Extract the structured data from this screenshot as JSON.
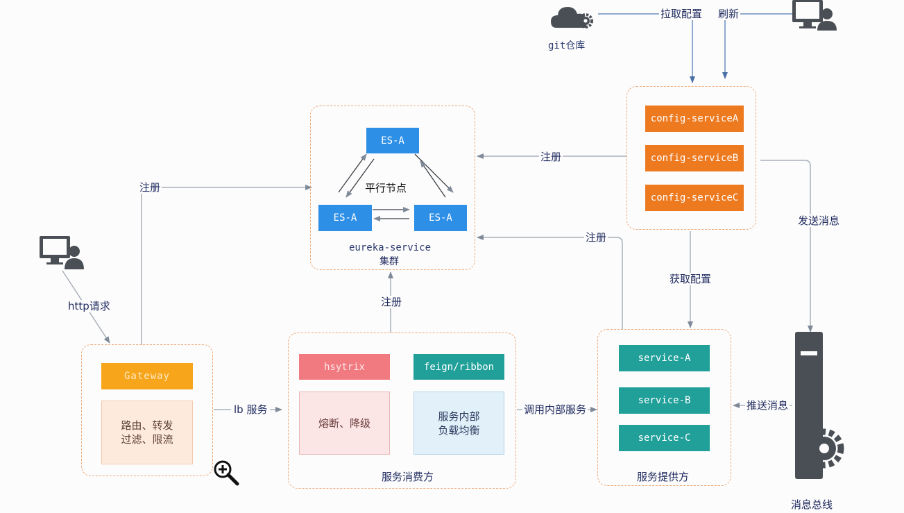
{
  "git": {
    "label": "git仓库"
  },
  "edges": {
    "pull_config": "拉取配置",
    "refresh": "刷新",
    "register_gateway": "注册",
    "register_config": "注册",
    "register_provider": "注册",
    "register_consumer": "注册",
    "fetch_config": "获取配置",
    "send_message": "发送消息",
    "push_message": "推送消息",
    "http_request": "http请求",
    "lb_service": "lb 服务",
    "call_internal": "调用内部服务"
  },
  "eureka": {
    "nodes": [
      "ES-A",
      "ES-A",
      "ES-A"
    ],
    "peer_label": "平行节点",
    "service_name": "eureka-service",
    "cluster_label": "集群"
  },
  "config": {
    "services": [
      "config-serviceA",
      "config-serviceB",
      "config-serviceC"
    ]
  },
  "gateway": {
    "name": "Gateway",
    "functions": "路由、转发\n过滤、限流"
  },
  "consumer": {
    "hystrix": "hsytrix",
    "hystrix_desc": "熔断、降级",
    "feign": "feign/ribbon",
    "feign_desc": "服务内部\n负载均衡",
    "caption": "服务消费方"
  },
  "provider": {
    "services": [
      "service-A",
      "service-B",
      "service-C"
    ],
    "caption": "服务提供方"
  },
  "bus": {
    "caption": "消息总线"
  },
  "colors": {
    "eureka_node": "#2e8fe6",
    "config_node": "#ee7a20",
    "service_node": "#21a09a",
    "gateway": "#f7a51b",
    "hystrix": "#f07a80",
    "feign": "#21a09a",
    "group_border": "#f0a978",
    "arrow": "#a9b0b8",
    "label_text": "#1f2a5e"
  }
}
